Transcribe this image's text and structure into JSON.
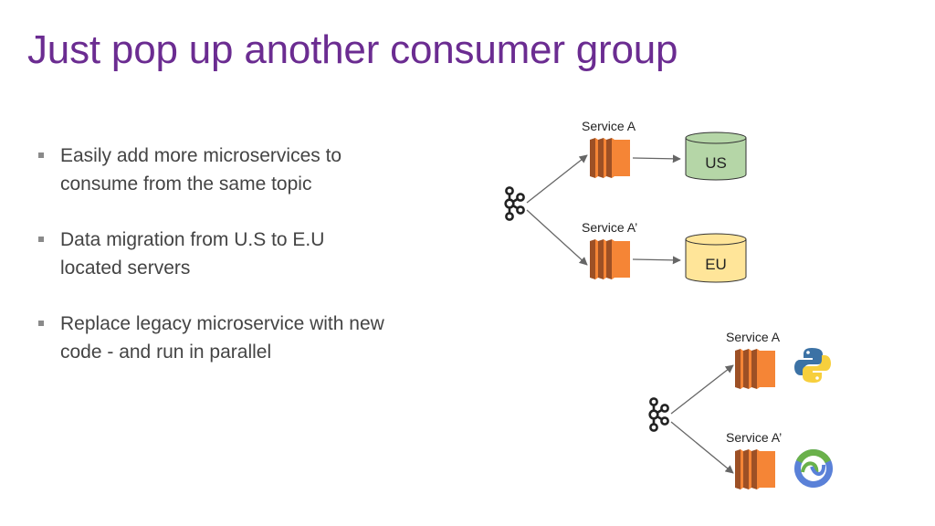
{
  "slide": {
    "title": "Just pop up another consumer group",
    "bullets": [
      {
        "line1": "Easily add more microservices to",
        "line2": "consume from the same topic"
      },
      {
        "line1": "Data migration from U.S to E.U",
        "line2": "located servers"
      },
      {
        "line1": "Replace legacy microservice with new",
        "line2": "code - and run in parallel"
      }
    ]
  },
  "diagram_top": {
    "service_a": "Service A",
    "service_a_prime": "Service A’",
    "db_us": "US",
    "db_eu": "EU",
    "db_us_color": "#b5d6a7",
    "db_eu_color": "#ffe599"
  },
  "diagram_bottom": {
    "service_a": "Service A",
    "service_a_prime": "Service A’",
    "service_a_icon": "python-icon",
    "service_a_prime_icon": "clojure-icon"
  },
  "colors": {
    "title": "#6b2c91",
    "service_orange": "#f58536",
    "service_dark": "#9d5025"
  }
}
